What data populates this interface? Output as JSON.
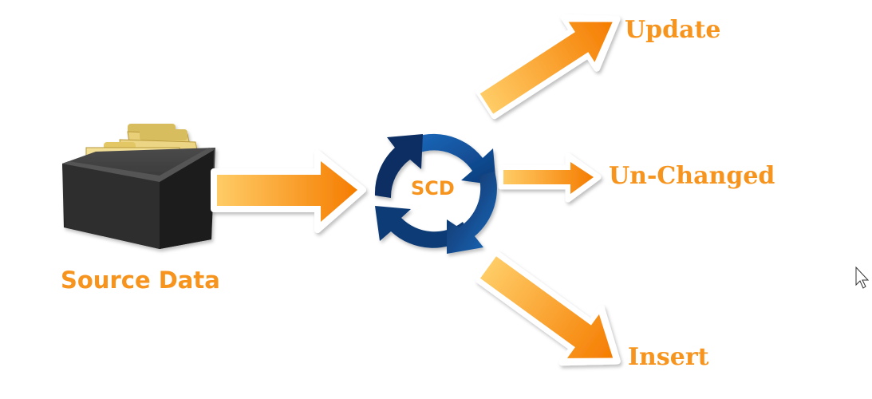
{
  "labels": {
    "source": "Source Data",
    "center": "SCD",
    "update": "Update",
    "unchanged": "Un-Changed",
    "insert": "Insert"
  },
  "icons": {
    "source": "card-file-box-icon",
    "center": "cycle-arrows-icon",
    "cursor": "mouse-pointer-icon"
  },
  "colors": {
    "label": "#f7941d",
    "arrow_light": "#ffb347",
    "arrow_dark": "#f57c00",
    "cycle_light": "#1a5aa6",
    "cycle_dark": "#0d2e5e",
    "folder": "#e8cf78",
    "box": "#2b2b2b"
  }
}
